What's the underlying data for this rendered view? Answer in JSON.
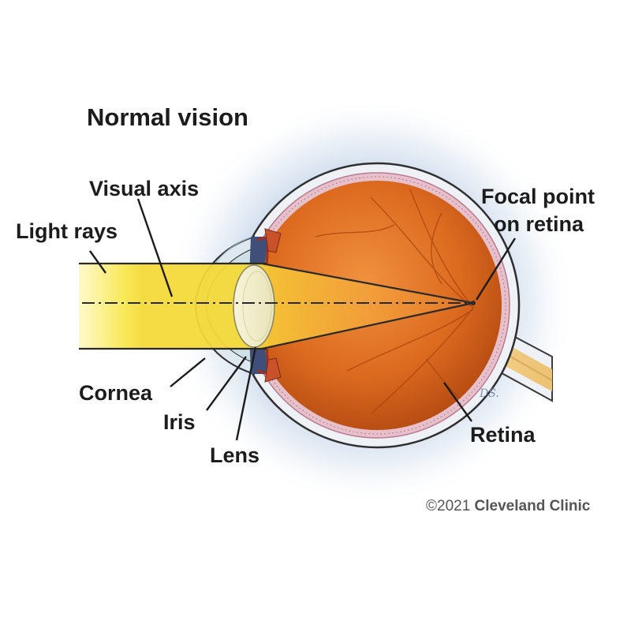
{
  "title": "Normal vision",
  "labels": {
    "light_rays": "Light rays",
    "visual_axis": "Visual axis",
    "focal_point_line1": "Focal point",
    "focal_point_line2": "on retina",
    "cornea": "Cornea",
    "iris": "Iris",
    "lens": "Lens",
    "retina": "Retina"
  },
  "signature": "DS.",
  "copyright": {
    "prefix": "©2021 ",
    "owner": "Cleveland Clinic"
  },
  "colors": {
    "sclera": "#eef2f7",
    "eyeball_interior": "#d4621a",
    "retina_layer": "#c98fa2",
    "light_rays": "#f7e24a",
    "lens": "#f3f0d2",
    "cornea": "#dce7ee",
    "iris": "#3f4f7a",
    "optic_nerve": "#f2c97a"
  }
}
